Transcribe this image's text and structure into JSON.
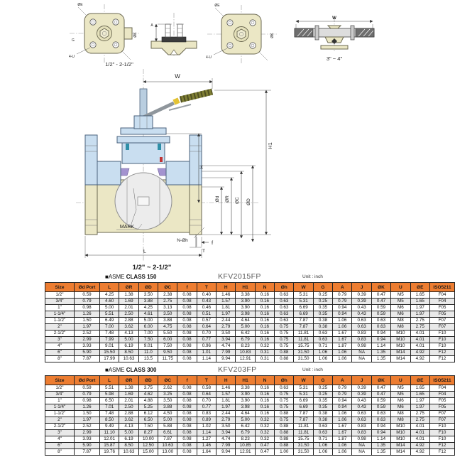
{
  "drawings": {
    "flange_view": {
      "caption": "1/2\" - 2-1/2\"",
      "bolt_label": "4-U",
      "bolt_circle_label": "ØK",
      "g_label": "G",
      "e_label": "ØE"
    },
    "pad_section": {
      "a_label": "A"
    },
    "handle_view": {
      "w_label": "W",
      "caption": "3\" ~ 4\""
    },
    "cross_section": {
      "caption": "1/2\" ~ 2-1/2\"",
      "w": "W",
      "h": "H",
      "h1": "H1",
      "od_small": "Ød",
      "or": "ØR",
      "oc": "ØC",
      "od_big": "ØD",
      "mark": "MARK",
      "n_oh": "N-Øh",
      "f": "f",
      "t": "T",
      "l": "L"
    }
  },
  "colors": {
    "header_orange": "#ed7d31",
    "body_beige": "#ebe7c5",
    "body_blue": "#c9def0"
  },
  "tables": [
    {
      "title_prefix": "■ASME",
      "title_bold": "CLASS 150",
      "model": "KFV2015FP",
      "unit": "Unit : inch",
      "columns": [
        "Size",
        "Ød Port",
        "L",
        "ØR",
        "ØD",
        "ØC",
        "f",
        "T",
        "H",
        "H1",
        "N",
        "Øh",
        "W",
        "G",
        "A",
        "J",
        "ØK",
        "U",
        "ØE",
        "ISO5211"
      ],
      "rows": [
        [
          "1/2\"",
          "0.59",
          "4.25",
          "1.38",
          "3.50",
          "2.38",
          "0.08",
          "0.40",
          "1.46",
          "3.38",
          "0.16",
          "0.63",
          "5.31",
          "0.25",
          "0.79",
          "0.39",
          "0.47",
          "M5",
          "1.65",
          "F04"
        ],
        [
          "3/4\"",
          "0.79",
          "4.60",
          "1.69",
          "3.88",
          "2.75",
          "0.08",
          "0.43",
          "1.57",
          "3.90",
          "0.16",
          "0.63",
          "5.31",
          "0.25",
          "0.79",
          "0.39",
          "0.47",
          "M5",
          "1.65",
          "F04"
        ],
        [
          "1\"",
          "0.98",
          "5.00",
          "2.01",
          "4.25",
          "3.13",
          "0.08",
          "0.46",
          "1.81",
          "3.90",
          "0.16",
          "0.63",
          "6.69",
          "0.35",
          "0.94",
          "0.43",
          "0.59",
          "M6",
          "1.97",
          "F05"
        ],
        [
          "1-1/4\"",
          "1.26",
          "5.51",
          "2.50",
          "4.61",
          "3.50",
          "0.08",
          "0.51",
          "1.97",
          "3.98",
          "0.16",
          "0.63",
          "6.69",
          "0.35",
          "0.94",
          "0.43",
          "0.59",
          "M6",
          "1.97",
          "F05"
        ],
        [
          "1-1/2\"",
          "1.50",
          "6.49",
          "2.88",
          "5.00",
          "3.88",
          "0.08",
          "0.57",
          "2.44",
          "4.64",
          "0.16",
          "0.63",
          "7.87",
          "0.38",
          "1.06",
          "0.63",
          "0.63",
          "M8",
          "2.75",
          "F07"
        ],
        [
          "2\"",
          "1.97",
          "7.00",
          "3.62",
          "6.00",
          "4.75",
          "0.08",
          "0.64",
          "2.79",
          "5.00",
          "0.16",
          "0.75",
          "7.87",
          "0.38",
          "1.06",
          "0.63",
          "0.63",
          "M8",
          "2.75",
          "F07"
        ],
        [
          "2-1/2\"",
          "2.52",
          "7.48",
          "4.13",
          "7.00",
          "5.50",
          "0.08",
          "0.70",
          "3.50",
          "6.42",
          "0.16",
          "0.75",
          "11.81",
          "0.63",
          "1.67",
          "0.83",
          "0.94",
          "M10",
          "4.01",
          "F10"
        ],
        [
          "3\"",
          "2.99",
          "7.99",
          "5.00",
          "7.50",
          "6.00",
          "0.08",
          "0.77",
          "3.94",
          "6.79",
          "0.16",
          "0.75",
          "11.81",
          "0.63",
          "1.67",
          "0.83",
          "0.94",
          "M10",
          "4.01",
          "F10"
        ],
        [
          "4\"",
          "3.93",
          "9.01",
          "6.19",
          "9.01",
          "7.50",
          "0.08",
          "0.96",
          "4.74",
          "8.23",
          "0.32",
          "0.75",
          "15.75",
          "0.71",
          "1.87",
          "0.98",
          "1.14",
          "M10",
          "4.01",
          "F10"
        ],
        [
          "6\"",
          "5.90",
          "15.50",
          "8.50",
          "11.0",
          "9.50",
          "0.08",
          "1.01",
          "7.99",
          "10.83",
          "0.31",
          "0.88",
          "31.50",
          "1.06",
          "1.06",
          "NA",
          "1.35",
          "M14",
          "4.92",
          "F12"
        ],
        [
          "8\"",
          "7.87",
          "17.99",
          "10.63",
          "13.5",
          "11.75",
          "0.08",
          "1.14",
          "9.94",
          "12.91",
          "0.31",
          "0.88",
          "31.50",
          "1.06",
          "1.06",
          "NA",
          "1.35",
          "M14",
          "4.92",
          "F12"
        ]
      ]
    },
    {
      "title_prefix": "■ASME",
      "title_bold": "CLASS 300",
      "model": "KFV203FP",
      "unit": "Unit : inch",
      "columns": [
        "Size",
        "Ød Port",
        "L",
        "ØR",
        "ØD",
        "ØC",
        "f",
        "T",
        "H",
        "H1",
        "N",
        "Øh",
        "W",
        "G",
        "A",
        "J",
        "ØK",
        "U",
        "ØE",
        "ISO5211"
      ],
      "rows": [
        [
          "1/2\"",
          "0.59",
          "5.51",
          "1.38",
          "3.75",
          "2.62",
          "0.08",
          "0.58",
          "1.46",
          "3.38",
          "0.16",
          "0.63",
          "5.31",
          "0.25",
          "0.79",
          "0.39",
          "0.47",
          "M5",
          "1.65",
          "F04"
        ],
        [
          "3/4\"",
          "0.79",
          "5.98",
          "1.69",
          "4.62",
          "3.25",
          "0.08",
          "0.64",
          "1.57",
          "3.90",
          "0.16",
          "0.75",
          "5.31",
          "0.25",
          "0.79",
          "0.39",
          "0.47",
          "M5",
          "1.65",
          "F04"
        ],
        [
          "1\"",
          "0.98",
          "6.50",
          "2.01",
          "4.88",
          "3.50",
          "0.08",
          "0.70",
          "1.81",
          "3.90",
          "0.16",
          "0.75",
          "6.69",
          "0.35",
          "0.94",
          "0.43",
          "0.59",
          "M6",
          "1.97",
          "F05"
        ],
        [
          "1-1/4\"",
          "1.26",
          "7.01",
          "2.50",
          "5.25",
          "3.88",
          "0.08",
          "0.77",
          "1.97",
          "3.98",
          "0.16",
          "0.75",
          "6.69",
          "0.35",
          "0.94",
          "0.43",
          "0.59",
          "M6",
          "1.97",
          "F05"
        ],
        [
          "1-1/2\"",
          "1.50",
          "7.48",
          "2.88",
          "6.12",
          "4.50",
          "0.08",
          "0.83",
          "2.44",
          "4.64",
          "0.16",
          "0.88",
          "7.87",
          "0.38",
          "1.06",
          "0.63",
          "0.63",
          "M8",
          "2.75",
          "F07"
        ],
        [
          "2\"",
          "1.97",
          "8.50",
          "3.62",
          "6.50",
          "5.00",
          "0.08",
          "0.89",
          "2.79",
          "5.00",
          "0.32",
          "0.75",
          "7.87",
          "0.38",
          "1.06",
          "0.63",
          "0.63",
          "M8",
          "2.75",
          "F07"
        ],
        [
          "2-1/2\"",
          "2.52",
          "9.49",
          "4.13",
          "7.50",
          "5.88",
          "0.08",
          "1.02",
          "3.50",
          "6.42",
          "0.32",
          "0.88",
          "11.81",
          "0.63",
          "1.67",
          "0.83",
          "0.94",
          "M10",
          "4.01",
          "F10"
        ],
        [
          "3\"",
          "2.99",
          "11.10",
          "5.00",
          "8.27",
          "6.61",
          "0.08",
          "1.14",
          "3.94",
          "6.79",
          "0.32",
          "0.88",
          "11.81",
          "0.63",
          "1.67",
          "0.83",
          "0.94",
          "M10",
          "4.01",
          "F10"
        ],
        [
          "4\"",
          "3.93",
          "12.01",
          "6.19",
          "10.00",
          "7.87",
          "0.08",
          "1.27",
          "4.74",
          "8.23",
          "0.32",
          "0.88",
          "15.75",
          "0.71",
          "1.87",
          "0.98",
          "1.14",
          "M10",
          "4.01",
          "F10"
        ],
        [
          "6\"",
          "5.90",
          "15.87",
          "8.50",
          "12.50",
          "10.63",
          "0.08",
          "1.46",
          "7.99",
          "10.85",
          "0.47",
          "0.88",
          "31.50",
          "1.06",
          "1.06",
          "NA",
          "1.35",
          "M14",
          "4.92",
          "F12"
        ],
        [
          "8\"",
          "7.87",
          "19.76",
          "10.63",
          "15.00",
          "13.00",
          "0.08",
          "1.64",
          "9.94",
          "12.91",
          "0.47",
          "1.00",
          "31.50",
          "1.06",
          "1.06",
          "NA",
          "1.35",
          "M14",
          "4.92",
          "F12"
        ]
      ]
    }
  ]
}
